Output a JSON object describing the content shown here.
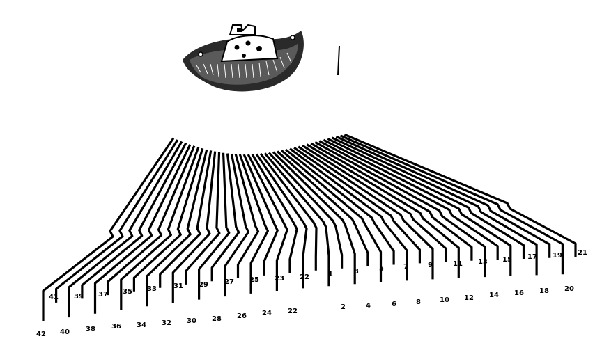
{
  "figure": {
    "upper_labels": [
      "41",
      "39",
      "37",
      "35",
      "33",
      "31",
      "29",
      "27",
      "25",
      "23",
      "22",
      "1",
      "3",
      "5",
      "7",
      "9",
      "11",
      "13",
      "15",
      "17",
      "19",
      "21"
    ],
    "lower_labels": [
      "42",
      "40",
      "38",
      "36",
      "34",
      "32",
      "30",
      "28",
      "26",
      "24",
      "22",
      "2",
      "4",
      "6",
      "8",
      "10",
      "12",
      "14",
      "16",
      "18",
      "20"
    ],
    "colors": {
      "ink": "#000000",
      "paper": "#ffffff",
      "segment_body": "#2a2a2a"
    }
  }
}
